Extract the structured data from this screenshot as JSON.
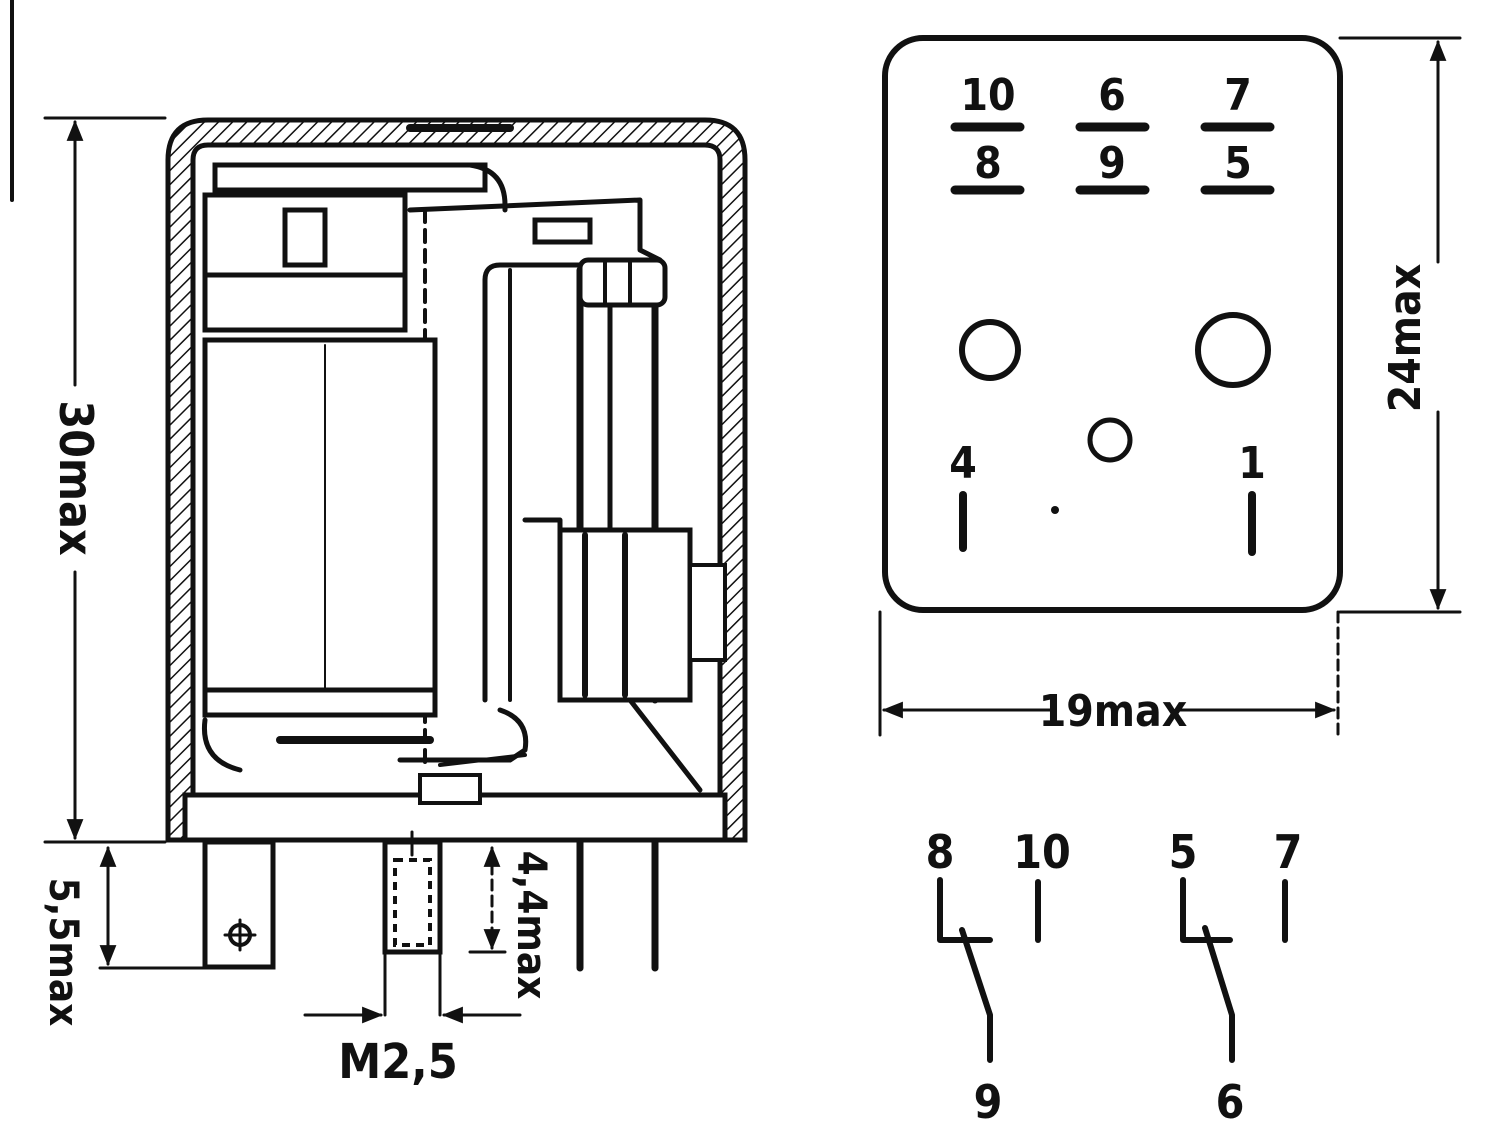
{
  "side_view": {
    "height_dim": "30max",
    "pin_length_dim": "5,5max",
    "thread_length_dim": "4,4max",
    "thread_label": "M2,5"
  },
  "base_view": {
    "width_dim": "19max",
    "depth_dim": "24max",
    "pin_labels": {
      "p10": "10",
      "p8": "8",
      "p6": "6",
      "p9": "9",
      "p7": "7",
      "p5": "5",
      "p4": "4",
      "p1": "1"
    }
  },
  "schematic": {
    "contact_a": {
      "nc": "8",
      "no": "10",
      "common": "9"
    },
    "contact_b": {
      "nc": "5",
      "no": "7",
      "common": "6"
    }
  }
}
